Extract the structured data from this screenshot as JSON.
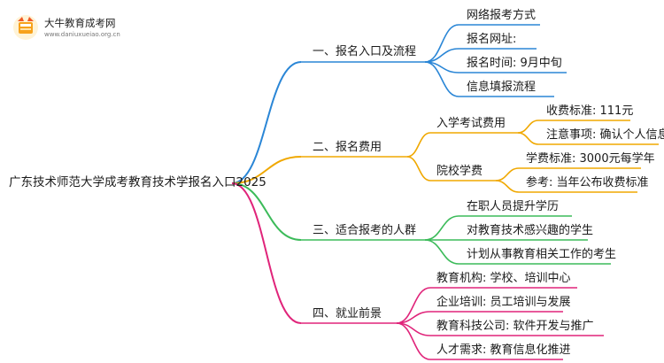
{
  "logo": {
    "name": "大牛教育成考网",
    "url": "www.daniuxueiao.org.cn"
  },
  "root": {
    "label": "广东技术师范大学成考教育技术学报名入口2025"
  },
  "colors": {
    "blue": "#2a86d6",
    "orange": "#f0a800",
    "green": "#3cbb5a",
    "pink": "#e0247a"
  },
  "branches": [
    {
      "label": "一、报名入口及流程",
      "color": "blue",
      "items": [
        {
          "label": "网络报考方式"
        },
        {
          "label": "报名网址:"
        },
        {
          "label": "报名时间: 9月中旬"
        },
        {
          "label": "信息填报流程"
        }
      ]
    },
    {
      "label": "二、报名费用",
      "color": "orange",
      "items": [
        {
          "label": "入学考试费用",
          "children": [
            {
              "label": "收费标准: 111元"
            },
            {
              "label": "注意事项: 确认个人信息"
            }
          ]
        },
        {
          "label": "院校学费",
          "children": [
            {
              "label": "学费标准: 3000元每学年"
            },
            {
              "label": "参考: 当年公布收费标准"
            }
          ]
        }
      ]
    },
    {
      "label": "三、适合报考的人群",
      "color": "green",
      "items": [
        {
          "label": "在职人员提升学历"
        },
        {
          "label": "对教育技术感兴趣的学生"
        },
        {
          "label": "计划从事教育相关工作的考生"
        }
      ]
    },
    {
      "label": "四、就业前景",
      "color": "pink",
      "items": [
        {
          "label": "教育机构: 学校、培训中心"
        },
        {
          "label": "企业培训: 员工培训与发展"
        },
        {
          "label": "教育科技公司: 软件开发与推广"
        },
        {
          "label": "人才需求: 教育信息化推进"
        }
      ]
    }
  ]
}
